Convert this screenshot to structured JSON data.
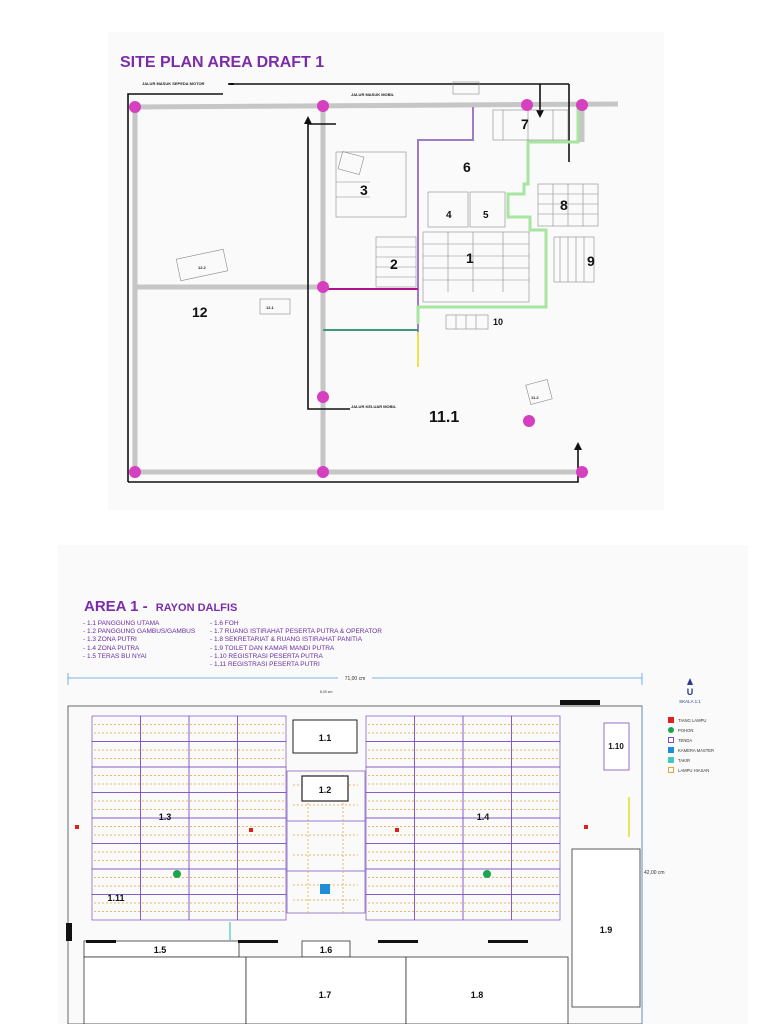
{
  "site_plan": {
    "title": "SITE PLAN AREA DRAFT 1",
    "road_labels": {
      "motor_entry": "JALUR MASUK SEPEDA MOTOR",
      "car_entry": "JALUR MASUK MOBIL",
      "car_exit": "JALUR KELUAR MOBIL"
    },
    "zones": [
      "1",
      "2",
      "3",
      "4",
      "5",
      "6",
      "7",
      "8",
      "9",
      "10",
      "11.1",
      "11.2",
      "12",
      "12.1",
      "12.2"
    ],
    "colors": {
      "pole": "#d63fbf",
      "road": "#c9c9c9",
      "purple_line": "#9d7bc6",
      "green_line": "#a6e6a0",
      "magenta_line": "#b0138a",
      "teal_line": "#3b9a7a",
      "yellow_line": "#e7e34a"
    }
  },
  "area1": {
    "title_prefix": "AREA 1 -",
    "title_suffix": "RAYON DALFIS",
    "legend_left": [
      "- 1.1 PANGGUNG UTAMA",
      "- 1.2 PANGGUNG GAMBUS/GAMBUS",
      "- 1.3 ZONA PUTRI",
      "- 1.4 ZONA PUTRA",
      "- 1.5 TERAS BU NYAI"
    ],
    "legend_right": [
      "- 1.6 FOH",
      "- 1.7 RUANG ISTIRAHAT PESERTA PUTRA & OPERATOR",
      "- 1.8 SEKRETARIAT & RUANG ISTIRAHAT PANITIA",
      "- 1.9 TOILET DAN KAMAR MANDI PUTRA",
      "- 1.10 REGISTRASI PESERTA PUTRA",
      "- 1.11 REGISTRASI PESERTA PUTRI"
    ],
    "width_dim": "71,00 cm",
    "height_dim": "42,00 cm",
    "inner_dim": "8,00 cm",
    "rooms": [
      "1.1",
      "1.2",
      "1.3",
      "1.4",
      "1.5",
      "1.6",
      "1.7",
      "1.8",
      "1.9",
      "1.10",
      "1.11"
    ],
    "north": "U",
    "scale": "SKALA 1:1",
    "keys": [
      {
        "label": "TIANG LAMPU",
        "color": "#e02020"
      },
      {
        "label": "POHON",
        "color": "#1aa64a"
      },
      {
        "label": "TENDA",
        "color": "#7b4fc2"
      },
      {
        "label": "KAMERA MASTER",
        "color": "#1e8fd6"
      },
      {
        "label": "TAKIR",
        "color": "#45c7c0"
      },
      {
        "label": "LAMPU HIASAN",
        "color": "#e8a23a"
      }
    ]
  }
}
